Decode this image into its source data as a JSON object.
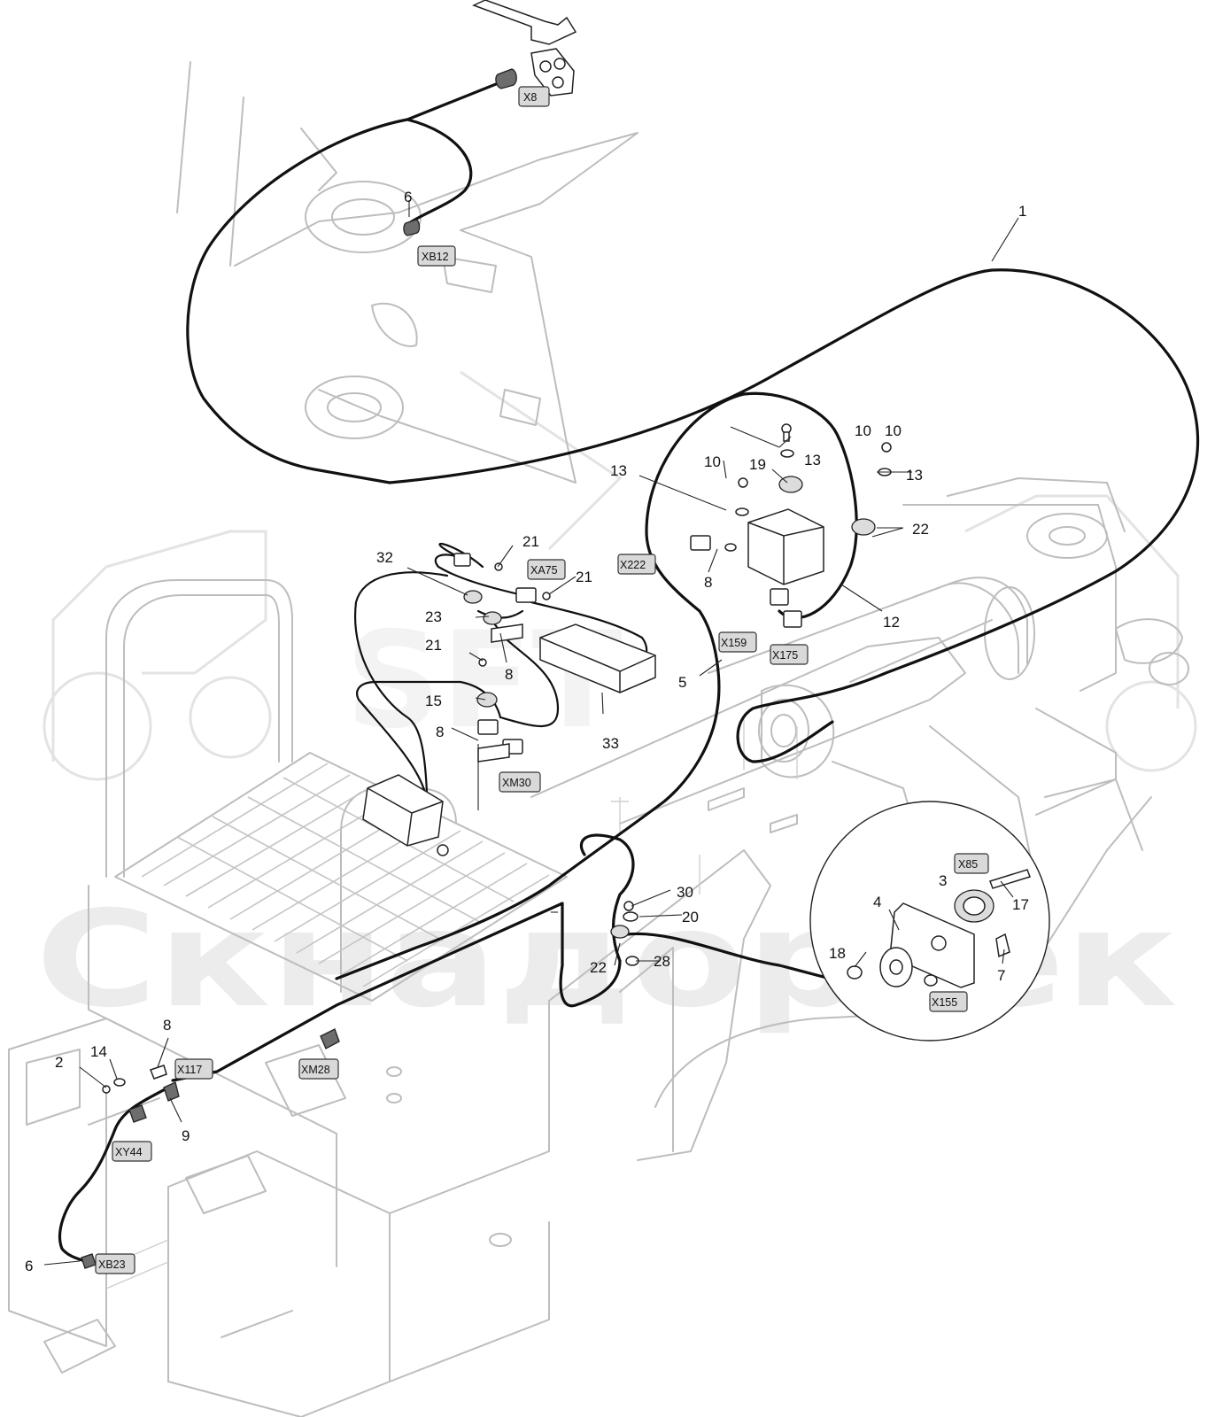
{
  "watermark": {
    "top_text": "SFT",
    "bottom_text": "Скнадоргек"
  },
  "callouts": {
    "c1": "1",
    "c2": "2",
    "c3": "3",
    "c4": "4",
    "c5": "5",
    "c6_top": "6",
    "c6_bottom": "6",
    "c7": "7",
    "c8_cabin": "8",
    "c8_relay": "8",
    "c8_mid": "8",
    "c8_left": "8",
    "c9": "9",
    "c10_a": "10",
    "c10_b": "10",
    "c10_c": "10",
    "c12": "12",
    "c13_a": "13",
    "c13_b": "13",
    "c13_c": "13",
    "c14": "14",
    "c15": "15",
    "c17": "17",
    "c18": "18",
    "c19": "19",
    "c20": "20",
    "c21_a": "21",
    "c21_b": "21",
    "c21_c": "21",
    "c22_top": "22",
    "c22_bottom": "22",
    "c23": "23",
    "c28": "28",
    "c30": "30",
    "c32": "32",
    "c33": "33"
  },
  "connectors": {
    "x8": "X8",
    "xb12": "XB12",
    "xa75": "XA75",
    "x222": "X222",
    "x159": "X159",
    "x175": "X175",
    "xm30": "XM30",
    "x85": "X85",
    "x155": "X155",
    "x117": "X117",
    "xm28": "XM28",
    "xy44": "XY44",
    "xb23": "XB23"
  }
}
